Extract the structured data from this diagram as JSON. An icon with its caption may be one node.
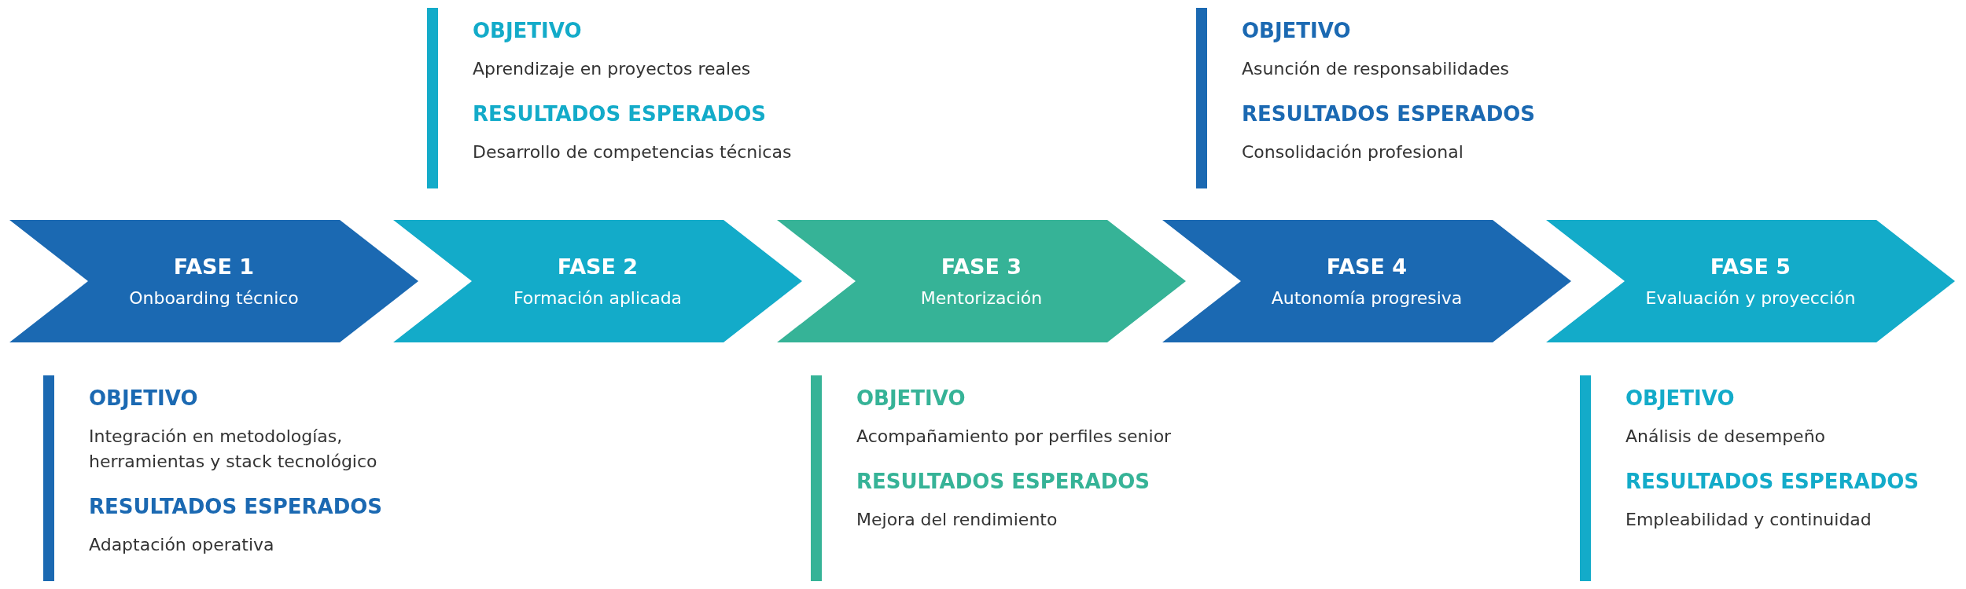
{
  "diagram": {
    "nodes": [
      {
        "text": [
          "FASE 1",
          "Onboarding técnico"
        ],
        "beside": [
          "OBJETIVO",
          "Integración en metodologías, herramientas y stack tecnológico",
          "RESULTADOS ESPERADOS",
          "Adaptación operativa"
        ]
      },
      {
        "text": [
          "FASE 2",
          "Formación aplicada"
        ],
        "beside": [
          "OBJETIVO",
          "Aprendizaje en proyectos reales",
          "RESULTADOS ESPERADOS",
          "Desarrollo de competencias técnicas"
        ]
      },
      {
        "text": [
          "FASE 3",
          "Mentorización"
        ],
        "beside": [
          "OBJETIVO",
          "Acompañamiento por perfiles senior",
          "RESULTADOS ESPERADOS",
          "Mejora del rendimiento"
        ]
      },
      {
        "text": [
          "FASE 4",
          "Autonomía progresiva"
        ],
        "beside": [
          "OBJETIVO",
          "Asunción de responsabilidades",
          "RESULTADOS ESPERADOS",
          "Consolidación profesional"
        ]
      },
      {
        "text": [
          "FASE 5",
          "Evaluación y proyección"
        ],
        "beside": [
          "OBJETIVO",
          "Análisis de desempeño",
          "RESULTADOS ESPERADOS",
          "Empleabilidad y continuidad"
        ]
      }
    ],
    "edges": []
  }
}
